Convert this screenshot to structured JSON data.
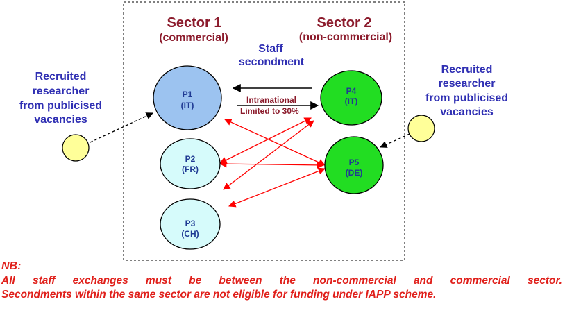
{
  "colors": {
    "sector_title": "#8b1a2b",
    "researcher_label": "#2f2fb3",
    "arrow_red": "#ff0000",
    "node_blue": "#9cc3f0",
    "node_cyan": "#d6fbfb",
    "node_green": "#22dd22",
    "node_yellow": "#ffff99",
    "note_red": "#e0201b"
  },
  "sector1": {
    "title": "Sector 1",
    "subtitle": "(commercial)"
  },
  "sector2": {
    "title": "Sector 2",
    "subtitle": "(non-commercial)"
  },
  "secondment_label": [
    "Staff",
    "secondment"
  ],
  "left_researcher": {
    "lines": [
      "Recruited",
      "researcher",
      "from publicised",
      "vacancies"
    ]
  },
  "right_researcher": {
    "lines": [
      "Recruited",
      "researcher",
      "from publicised",
      "vacancies"
    ]
  },
  "nodes": {
    "p1": {
      "name": "P1",
      "country": "(IT)"
    },
    "p2": {
      "name": "P2",
      "country": "(FR)"
    },
    "p3": {
      "name": "P3",
      "country": "(CH)"
    },
    "p4": {
      "name": "P4",
      "country": "(IT)"
    },
    "p5": {
      "name": "P5",
      "country": "(DE)"
    }
  },
  "intranational": {
    "line1": "Intranational",
    "line2": "Limited to 30%"
  },
  "note": {
    "label": "NB:",
    "line1": "All staff exchanges must be between the non-commercial and commercial sector.",
    "line2": "Secondments within the same sector are not eligible for funding under IAPP scheme."
  }
}
